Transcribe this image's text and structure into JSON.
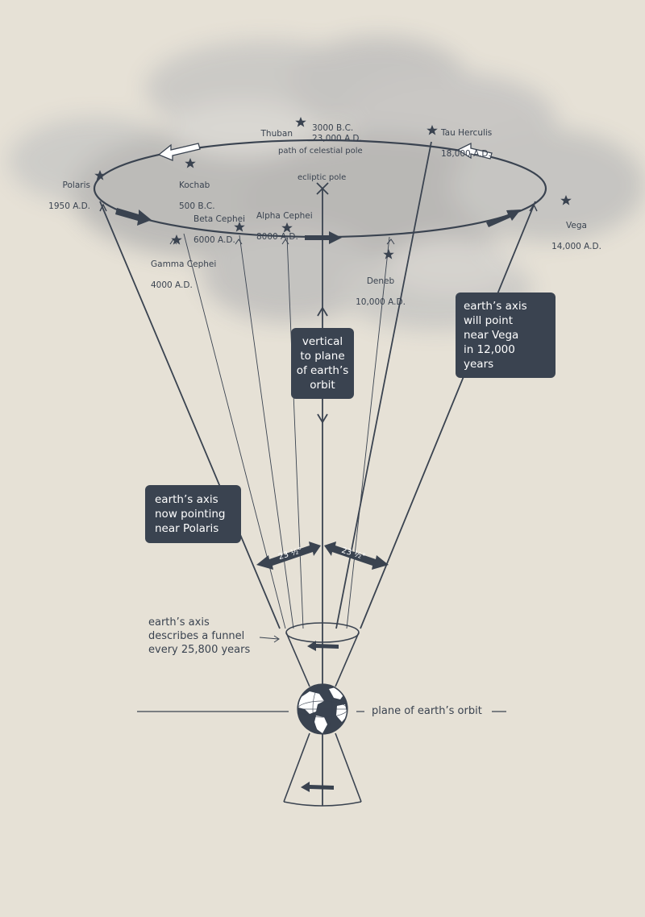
{
  "stars": [
    {
      "id": "thuban",
      "name": "Thuban",
      "date": "3000 B.C.\n23,000 A.D."
    },
    {
      "id": "tau-herculis",
      "name": "Tau Herculis",
      "date": "18,000 A.D."
    },
    {
      "id": "polaris",
      "name": "Polaris",
      "date": "1950 A.D."
    },
    {
      "id": "kochab",
      "name": "Kochab",
      "date": "500 B.C."
    },
    {
      "id": "vega",
      "name": "Vega",
      "date": "14,000 A.D."
    },
    {
      "id": "beta-cephei",
      "name": "Beta Cephei",
      "date": "6000 A.D."
    },
    {
      "id": "alpha-cephei",
      "name": "Alpha Cephei",
      "date": "8000 A.D."
    },
    {
      "id": "gamma-cephei",
      "name": "Gamma Cephei",
      "date": "4000 A.D."
    },
    {
      "id": "deneb",
      "name": "Deneb",
      "date": "10,000 A.D."
    }
  ],
  "labels": {
    "path": "path of celestial pole",
    "ecliptic": "ecliptic pole",
    "plane": "plane of earth’s orbit",
    "angle_left": "23 ½°",
    "angle_right": "23 ½°"
  },
  "callouts": {
    "vertical": [
      "vertical",
      "to plane",
      "of earth’s",
      "orbit"
    ],
    "vega": [
      "earth’s axis",
      "will point",
      "near Vega",
      "in 12,000 years"
    ],
    "polaris": [
      "earth’s axis",
      "now pointing",
      "near Polaris"
    ]
  },
  "funnel_note": [
    "earth’s axis",
    "describes a funnel",
    "every 25,800 years"
  ],
  "colors": {
    "ink": "#3a4350",
    "paper": "#e6e1d6",
    "cloud": "#b9b8b6",
    "globe_land": "#ffffff"
  }
}
